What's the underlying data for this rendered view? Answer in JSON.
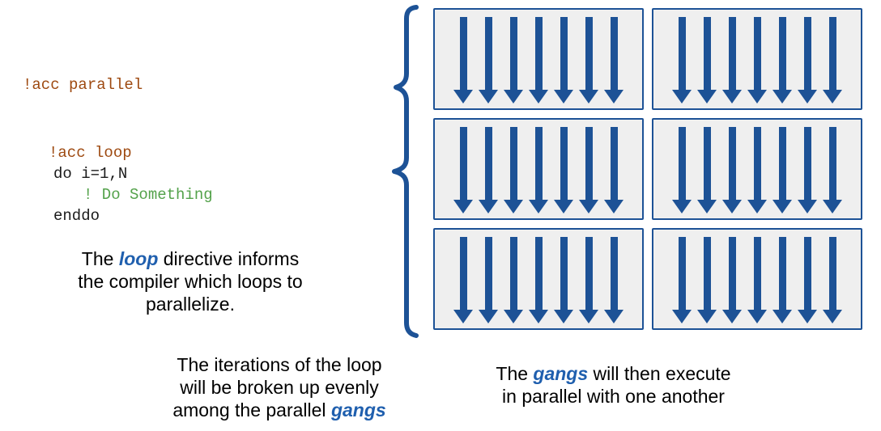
{
  "colors": {
    "code_keyword": "#9e4a11",
    "code_plain": "#1a1a1a",
    "code_comment": "#54a24b",
    "accent_blue": "#1f5fae",
    "diagram_blue": "#1d5296",
    "box_fill": "#efefef",
    "text_black": "#000000"
  },
  "code": {
    "acc_parallel": "!acc parallel",
    "acc_loop": "!acc loop",
    "do_line": "do i=1,N",
    "comment": "! Do Something",
    "enddo": "enddo"
  },
  "caption1": {
    "line1_pre": "The ",
    "line1_keyword": "loop",
    "line1_post": " directive informs",
    "line2": "the compiler which loops to",
    "line3": "parallelize."
  },
  "caption2": {
    "line1": "The iterations of the loop",
    "line2": "will be broken up evenly",
    "line3_pre": "among the parallel ",
    "line3_keyword": "gangs"
  },
  "caption3": {
    "line1_pre": "The ",
    "line1_keyword": "gangs",
    "line1_post": " will then execute",
    "line2": "in parallel with one another"
  },
  "grid": {
    "rows": 3,
    "cols": 2,
    "arrows_per_box": 7,
    "box_meaning": "gang"
  }
}
